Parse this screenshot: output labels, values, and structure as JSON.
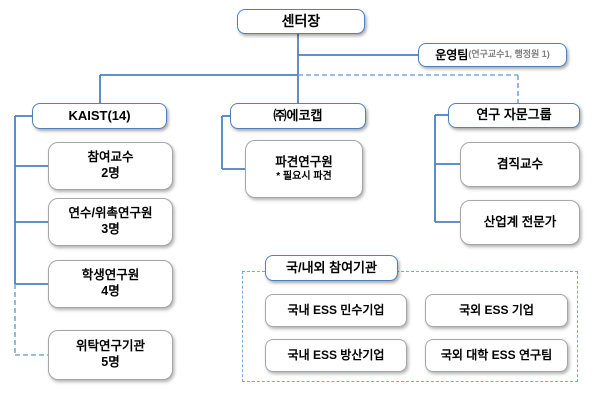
{
  "org": {
    "root": {
      "label": "센터장"
    },
    "ops_team": {
      "label": "운영팀",
      "detail": "(연구교수1, 행정원 1)"
    },
    "branches": {
      "kaist": {
        "label": "KAIST(14)",
        "children": [
          {
            "title": "참여교수",
            "subtitle": "2명"
          },
          {
            "title": "연수/위촉연구원",
            "subtitle": "3명"
          },
          {
            "title": "학생연구원",
            "subtitle": "4명"
          },
          {
            "title": "위탁연구기관",
            "subtitle": "5명"
          }
        ]
      },
      "ecocap": {
        "label": "㈜에코캡",
        "children": [
          {
            "title": "파견연구원",
            "subtitle": "* 필요시 파견"
          }
        ]
      },
      "advisory": {
        "label": "연구 자문그룹",
        "children": [
          {
            "title": "겸직교수"
          },
          {
            "title": "산업계 전문가"
          }
        ]
      }
    },
    "participants": {
      "label": "국/내외 참여기관",
      "items": [
        "국내 ESS 민수기업",
        "국외 ESS 기업",
        "국내 ESS 방산기업",
        "국외 대학 ESS 연구팀"
      ]
    },
    "colors": {
      "primary_blue": "#4f81bd",
      "dashed_blue": "#7da7d9",
      "box_border_gray": "#a6a6a6",
      "text_black": "#000000",
      "detail_gray": "#7f7f7f"
    }
  }
}
